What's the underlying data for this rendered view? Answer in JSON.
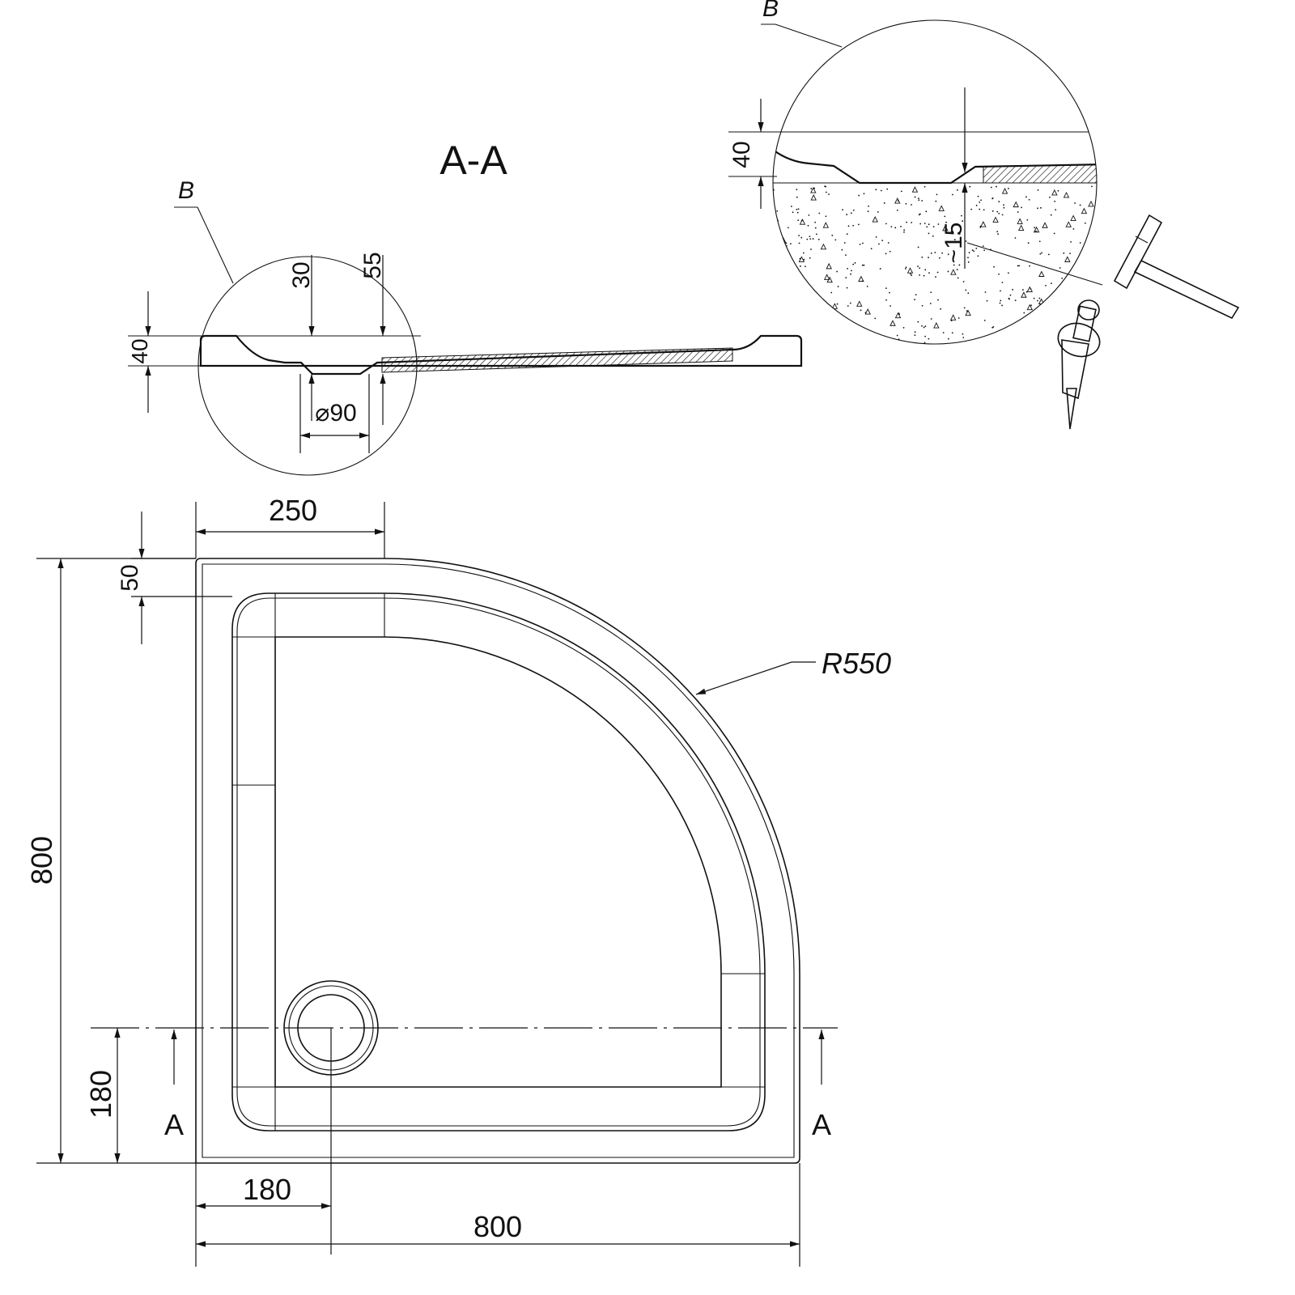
{
  "section": {
    "title": "A-A",
    "detail_label": "B",
    "dim_height": "40",
    "dim_30": "30",
    "dim_55": "55",
    "dim_drain": "⌀90"
  },
  "detail": {
    "label": "B",
    "dim_height": "40",
    "dim_depth": "~15"
  },
  "plan": {
    "dim_top_width": "250",
    "dim_rim": "50",
    "dim_height_total": "800",
    "dim_drain_y": "180",
    "dim_drain_x": "180",
    "dim_width_total": "800",
    "radius": "R550",
    "section_mark_left": "A",
    "section_mark_right": "A"
  },
  "colors": {
    "line": "#111111",
    "background": "#ffffff"
  }
}
